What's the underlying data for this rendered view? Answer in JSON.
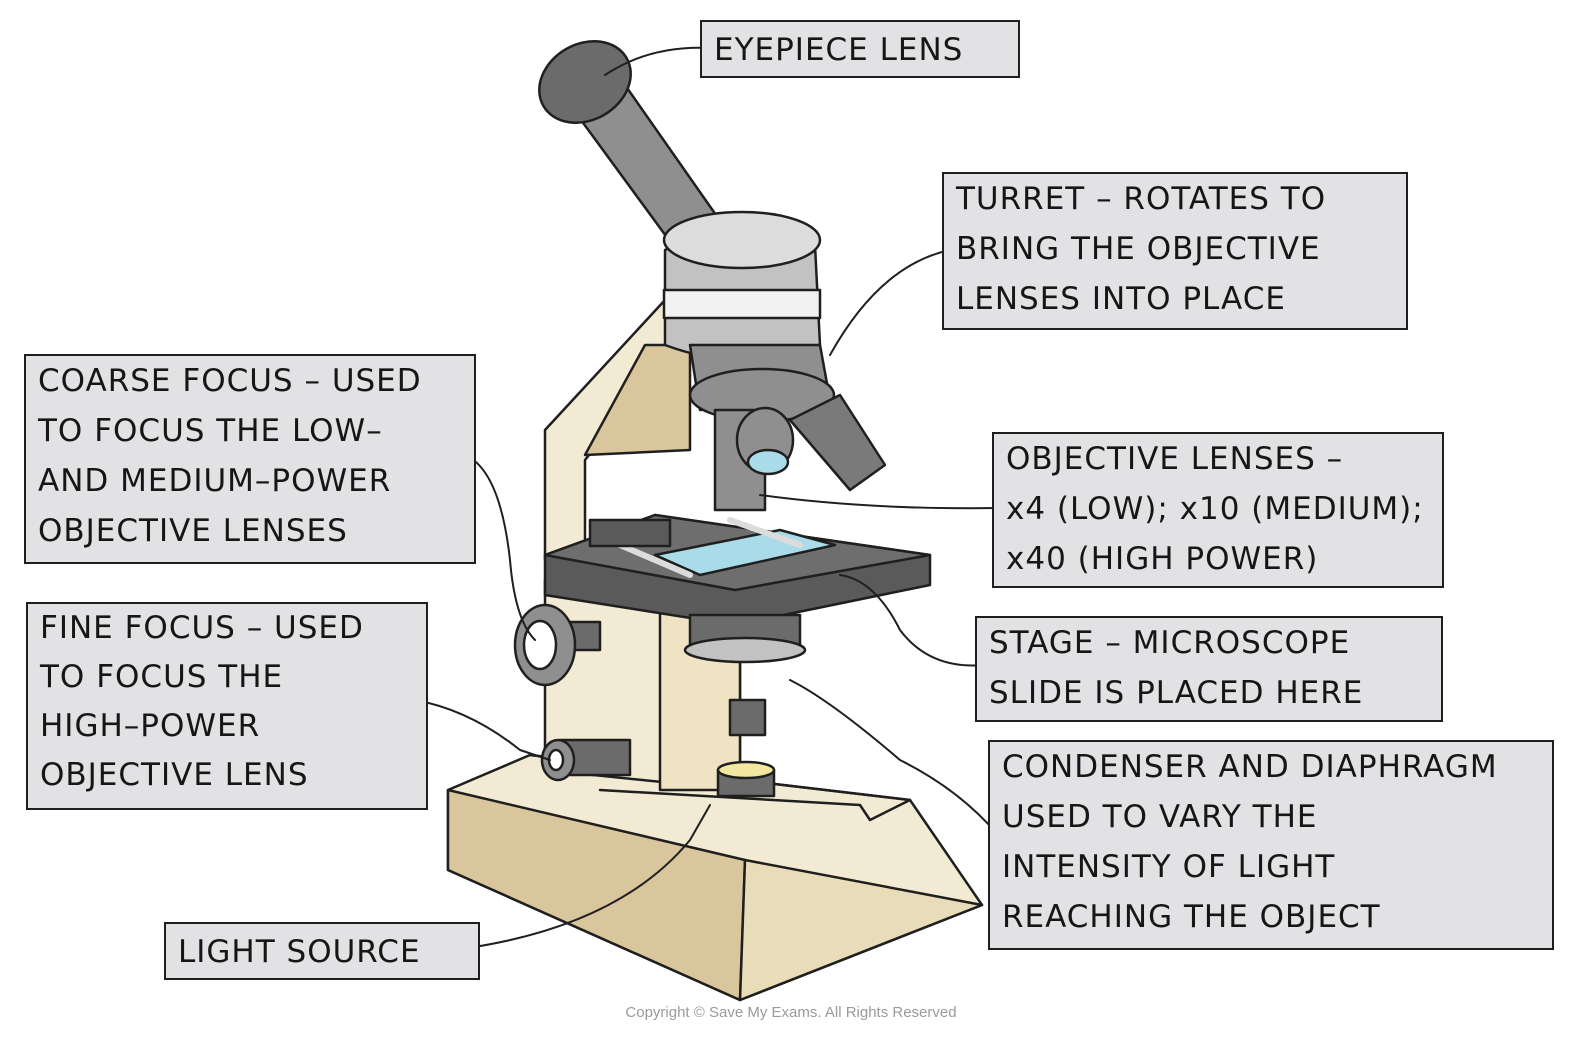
{
  "labels": {
    "eyepiece": [
      "EYEPIECE  LENS"
    ],
    "turret": [
      "TURRET – ROTATES  TO",
      "BRING THE  OBJECTIVE",
      "LENSES  INTO  PLACE"
    ],
    "coarse_focus": [
      "COARSE  FOCUS – USED",
      "TO FOCUS  THE  LOW–",
      "AND  MEDIUM–POWER",
      "OBJECTIVE  LENSES"
    ],
    "objective": [
      "OBJECTIVE  LENSES –",
      "x4 (LOW); x10 (MEDIUM);",
      "x40 (HIGH  POWER)"
    ],
    "fine_focus": [
      "FINE  FOCUS – USED",
      "TO  FOCUS   THE",
      "HIGH–POWER",
      "OBJECTIVE  LENS"
    ],
    "stage": [
      "STAGE – MICROSCOPE",
      "SLIDE  IS  PLACED  HERE"
    ],
    "condenser": [
      "CONDENSER AND  DIAPHRAGM",
      "USED  TO  VARY  THE",
      "INTENSITY  OF  LIGHT",
      "REACHING  THE  OBJECT"
    ],
    "light_source": [
      "LIGHT  SOURCE"
    ]
  },
  "copyright": "Copyright © Save My Exams. All Rights Reserved",
  "colors": {
    "body_cream": "#f3ead3",
    "body_tan": "#d9c69c",
    "metal_dark": "#6b6b6b",
    "metal_mid": "#8f8f8f",
    "metal_light": "#c2c2c2",
    "stage_dark": "#5a5a5a",
    "slide_blue": "#a9dbe8",
    "light_yellow": "#f3e6a0",
    "label_fill": "#e2e2e4"
  }
}
